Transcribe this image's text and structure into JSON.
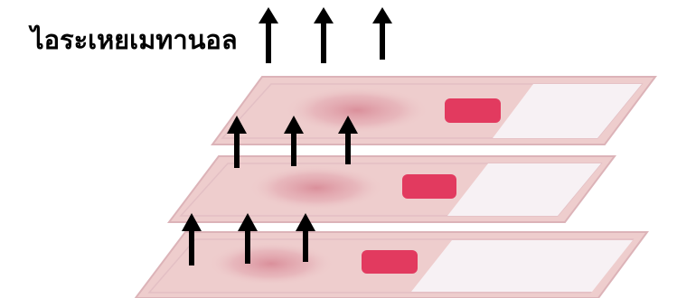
{
  "diagram": {
    "label": "ไอระเหยเมทานอล",
    "slide_count": 3,
    "arrows_per_group": 3,
    "arrow_groups": 3,
    "colors": {
      "arrow": "#000000",
      "slide_background": "#eecdcd",
      "slide_edge": "#dcb3b8",
      "sample_smear": "#d98c98",
      "label_area": "#f7f1f4",
      "red_spot": "#e23a5f"
    }
  }
}
